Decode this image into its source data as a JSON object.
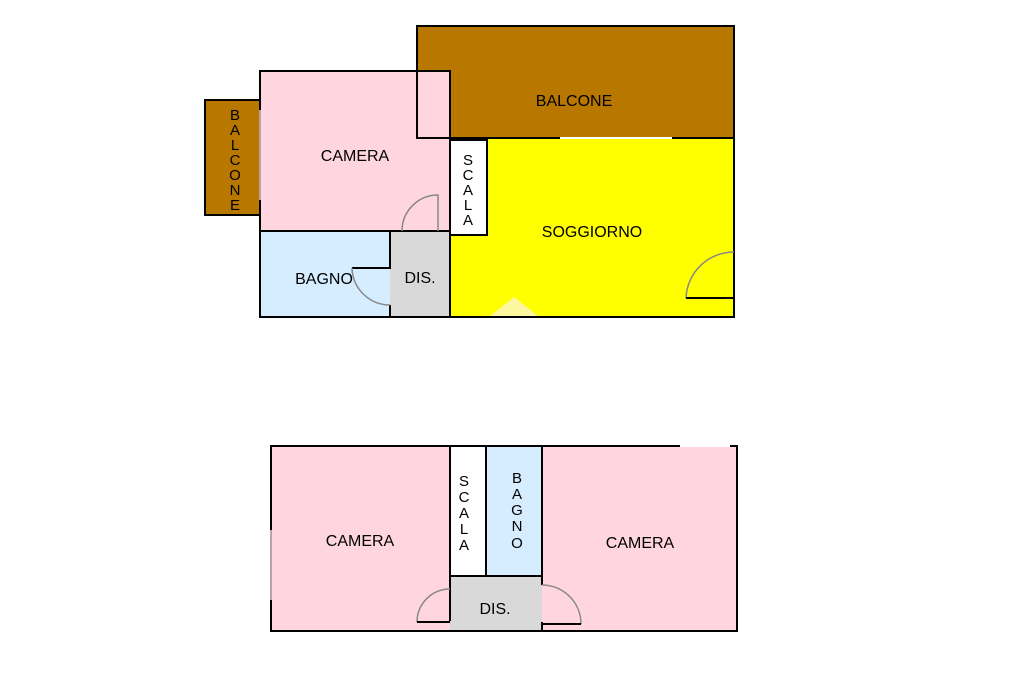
{
  "colors": {
    "balcone": "#b87800",
    "camera": "#ffd6e0",
    "bagno": "#d6ecff",
    "dis": "#d9d9d9",
    "soggiorno": "#ffff00",
    "scala": "#ffffff",
    "wall": "#000000"
  },
  "floor_upper": {
    "balcone_top": "BALCONE",
    "balcone_side": [
      "B",
      "A",
      "L",
      "C",
      "O",
      "N",
      "E"
    ],
    "camera": "CAMERA",
    "scala": [
      "S",
      "C",
      "A",
      "L",
      "A"
    ],
    "soggiorno": "SOGGIORNO",
    "bagno": "BAGNO",
    "dis": "DIS."
  },
  "floor_lower": {
    "camera_left": "CAMERA",
    "scala": [
      "S",
      "C",
      "A",
      "L",
      "A"
    ],
    "bagno": [
      "B",
      "A",
      "G",
      "N",
      "O"
    ],
    "camera_right": "CAMERA",
    "dis": "DIS."
  }
}
